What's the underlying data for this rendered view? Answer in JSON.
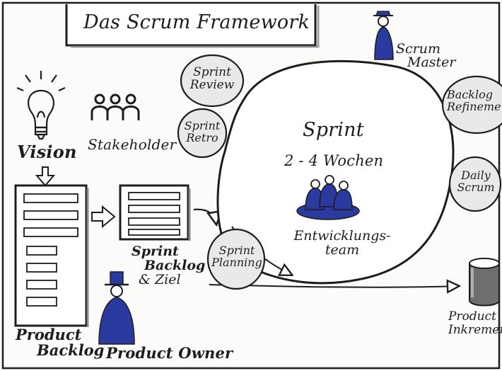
{
  "title": "Das Scrum Framework",
  "labels": {
    "vision": "Vision",
    "stakeholder": "Stakeholder",
    "sprint_review": [
      "Sprint",
      "Review"
    ],
    "sprint_retro": [
      "Sprint",
      "Retro"
    ],
    "sprint": "Sprint",
    "sprint_duration": "2 - 4 Wochen",
    "dev_team": [
      "Entwicklungs-",
      "team"
    ],
    "scrum_master": [
      "Scrum",
      "Master"
    ],
    "backlog_refinement": [
      "Backlog",
      "Refineme"
    ],
    "daily_scrum": [
      "Daily",
      "Scrum"
    ],
    "sprint_planning": [
      "Sprint",
      "Planning"
    ],
    "sprint_backlog": [
      "Sprint",
      "Backlog",
      "& Ziel"
    ],
    "product_backlog": [
      "Product",
      "Backlog"
    ],
    "product_owner": "Product Owner",
    "product_increment": [
      "Product",
      "Inkremen"
    ]
  },
  "colors": {
    "ink": "#1d1d1d",
    "bubble_fill": "#e9e9e7",
    "person_blue": "#2a3a9e",
    "cylinder_gray": "#6f6f6f"
  },
  "icons": [
    "lightbulb-icon",
    "stakeholder-group-icon",
    "scrum-master-figure-icon",
    "dev-team-figures-icon",
    "product-owner-figure-icon",
    "product-increment-cylinder-icon"
  ]
}
